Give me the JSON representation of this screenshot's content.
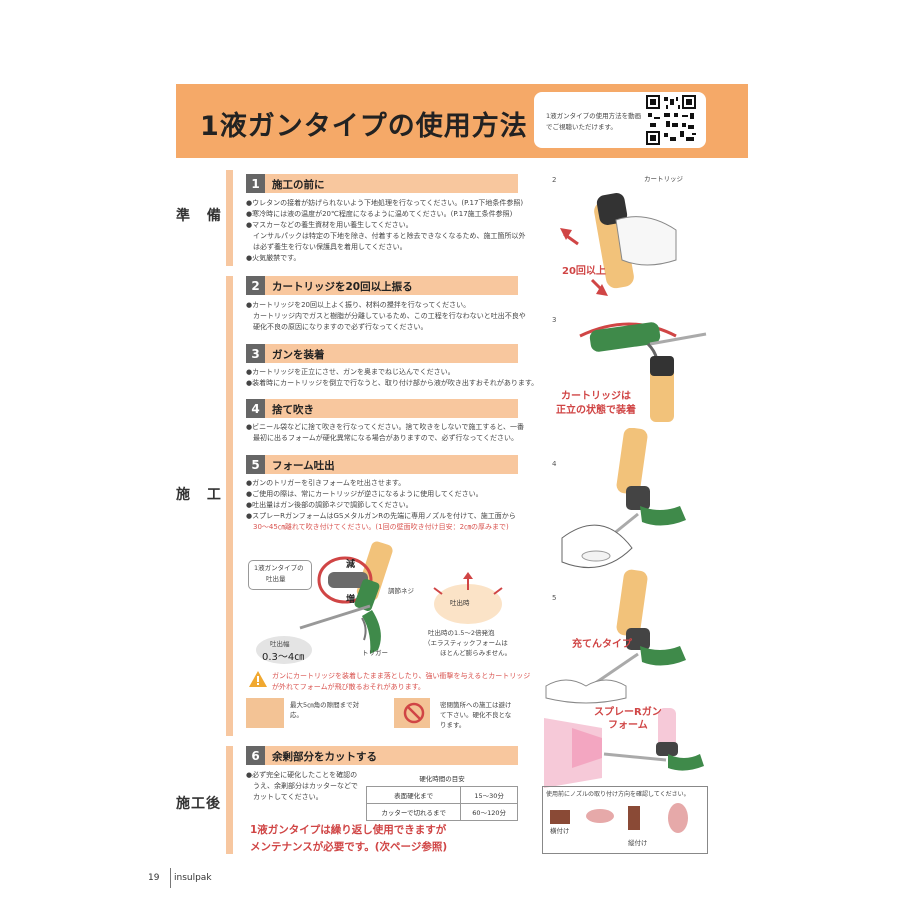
{
  "header": {
    "title": "1液ガンタイプの使用方法",
    "qr_text": "1液ガンタイプの使用方法を動画でご視聴いただけます。"
  },
  "phases": {
    "prep": "準 備",
    "work": "施 工",
    "after": "施工後"
  },
  "steps": [
    {
      "num": "1",
      "title": "施工の前に",
      "lines": [
        "●ウレタンの接着が妨げられないよう下地処理を行なってください。(P.17下地条件参照)",
        "●寒冷時には液の温度が20℃程度になるように温めてください。(P.17施工条件参照)",
        "●マスカーなどの養生資材を用い養生してください。",
        "　インサルパックは特定の下地を除き、付着すると除去できなくなるため、施工箇所以外",
        "　は必ず養生を行ない保護具を着用してください。",
        "●火気厳禁です。"
      ]
    },
    {
      "num": "2",
      "title": "カートリッジを20回以上振る",
      "lines": [
        "●カートリッジを20回以上よく振り、材料の攪拌を行なってください。",
        "　カートリッジ内でガスと樹脂が分離しているため、この工程を行なわないと吐出不良や",
        "　硬化不良の原因になりますので必ず行なってください。"
      ]
    },
    {
      "num": "3",
      "title": "ガンを装着",
      "lines": [
        "●カートリッジを正立にさせ、ガンを奥までねじ込んでください。",
        "●装着時にカートリッジを倒立で行なうと、取り付け部から液が吹き出すおそれがあります。"
      ]
    },
    {
      "num": "4",
      "title": "捨て吹き",
      "lines": [
        "●ビニール袋などに捨て吹きを行なってください。捨て吹きをしないで施工すると、一番",
        "　最初に出るフォームが硬化異常になる場合がありますので、必ず行なってください。"
      ]
    },
    {
      "num": "5",
      "title": "フォーム吐出",
      "lines": [
        "●ガンのトリガーを引きフォームを吐出させます。",
        "●ご使用の際は、常にカートリッジが逆さになるように使用してください。",
        "●吐出量はガン後部の調節ネジで調節してください。",
        "●スプレーRガンフォームはGSメタルガンRの先端に専用ノズルを付けて、施工面から",
        "　30〜45㎝離れて吹き付けてください。(1回の壁面吹き付け目安：2㎝の厚みまで)"
      ]
    },
    {
      "num": "6",
      "title": "余剰部分をカットする",
      "lines": [
        "●必ず完全に硬化したことを確認の",
        "　うえ、余剰部分はカッターなどで",
        "　カットしてください。"
      ]
    }
  ],
  "diagram": {
    "amount_label_1": "1液ガンタイプの",
    "amount_label_2": "吐出量",
    "decrease": "減",
    "increase": "増",
    "adjust_screw": "調節ネジ",
    "trigger": "トリガー",
    "width_label": "吐出幅",
    "width_value": "0.3〜4㎝",
    "discharge_time": "吐出時",
    "expansion_1": "吐出時の1.5〜2倍発泡",
    "expansion_2": "（エラスティックフォームは",
    "expansion_3": "ほとんど膨らみません。"
  },
  "warning": {
    "line1": "ガンにカートリッジを装着したまま落としたり、強い衝撃を与えるとカートリッジ",
    "line2": "が外れてフォームが飛び散るおそれがあります。"
  },
  "notes": {
    "gap_1": "最大5㎝角の隙間まで対",
    "gap_2": "応。",
    "closed_1": "密閉箇所への施工は避け",
    "closed_2": "て下さい。硬化不良とな",
    "closed_3": "ります。"
  },
  "cure_table": {
    "caption": "硬化時間の目安",
    "rows": [
      {
        "label": "表面硬化まで",
        "value": "15〜30分"
      },
      {
        "label": "カッターで切れるまで",
        "value": "60〜120分"
      }
    ]
  },
  "reuse_note": {
    "line1": "1液ガンタイプは繰り返し使用できますが",
    "line2": "メンテナンスが必要です。(次ページ参照)"
  },
  "figures": {
    "fig2_num": "2",
    "cartridge": "カートリッジ",
    "shake": "20回以上",
    "fig3_num": "3",
    "upright_1": "カートリッジは",
    "upright_2": "正立の状態で装着",
    "fig4_num": "4",
    "fig5_num": "5",
    "fill_type": "充てんタイプ",
    "spray_1": "スプレーRガン",
    "spray_2": "フォーム",
    "nozzle_note": "使用前にノズルの取り付け方向を確認してください。",
    "horizontal": "横付け",
    "vertical": "縦付け"
  },
  "footer": {
    "page": "19",
    "brand": "insulpak"
  },
  "colors": {
    "header_orange": "#f5a968",
    "step_bar": "#f8c79e",
    "accent_red": "#d04545",
    "gun_green": "#3f8a4a"
  }
}
